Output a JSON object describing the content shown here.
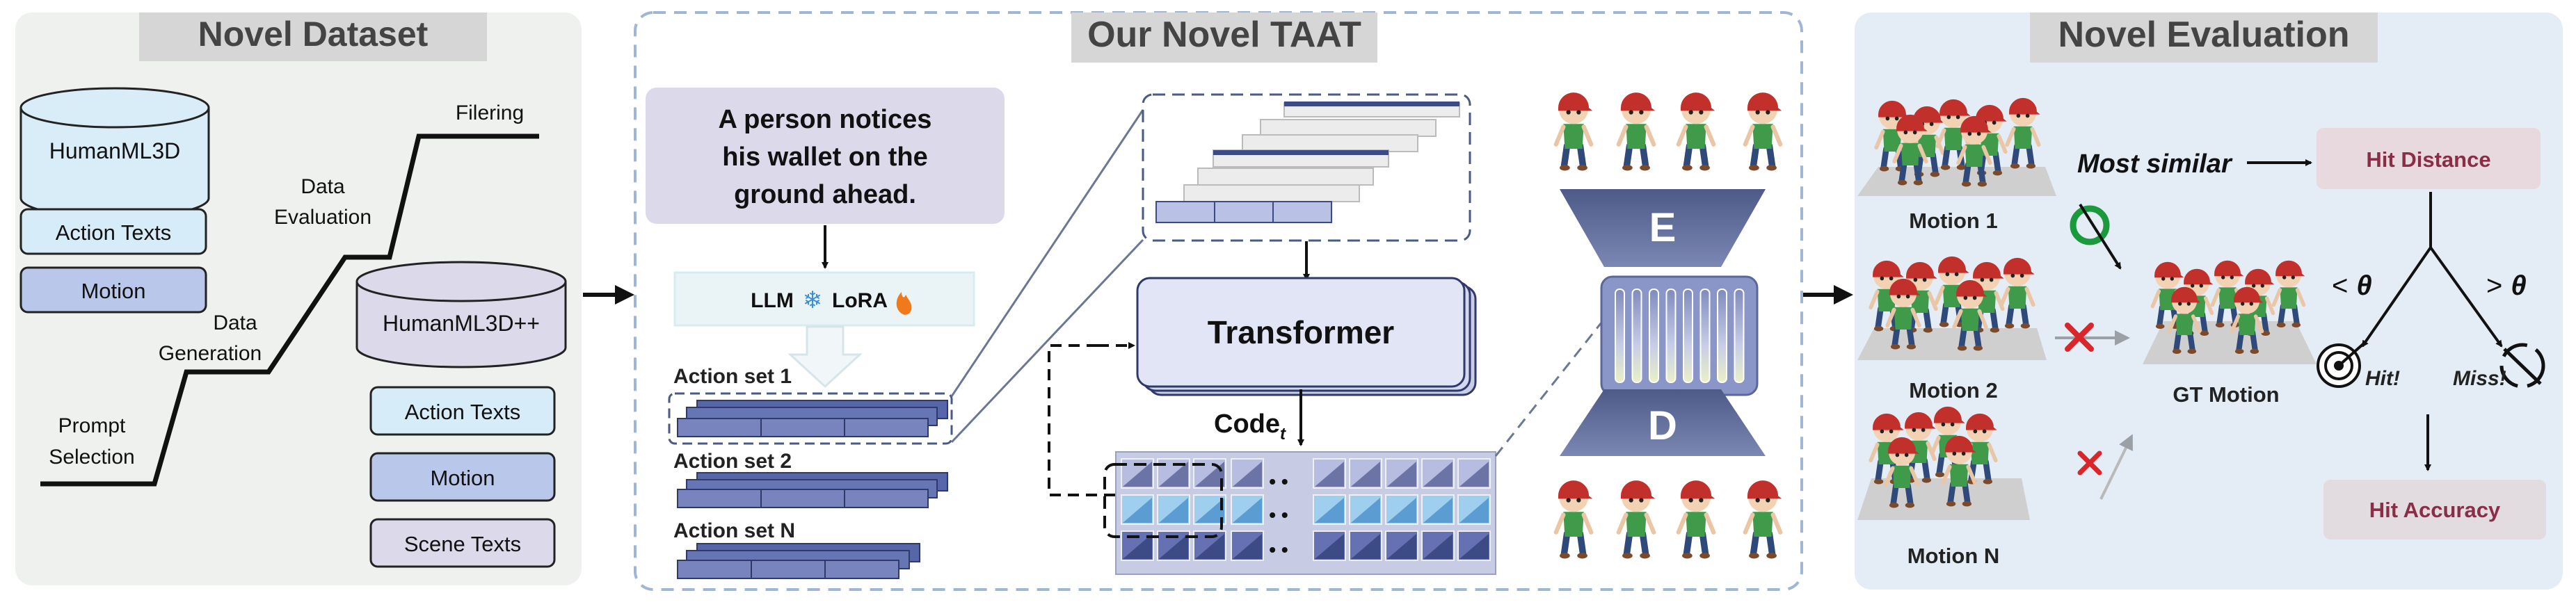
{
  "left": {
    "title": "Novel Dataset",
    "db1": "HumanML3D",
    "db1_items": [
      "Action Texts",
      "Motion"
    ],
    "steps": [
      "Prompt",
      "Selection",
      "Data",
      "Generation",
      "Data",
      "Evaluation",
      "Filering"
    ],
    "db2": "HumanML3D++",
    "db2_items": [
      "Action Texts",
      "Motion",
      "Scene Texts"
    ]
  },
  "middle": {
    "title": "Our Novel TAAT",
    "prompt_lines": [
      "A person notices",
      "his wallet on the",
      "ground ahead."
    ],
    "llm": "LLM",
    "lora": "LoRA",
    "sets": [
      "Action  set 1",
      "Action  set 2",
      "Action  set N"
    ],
    "transformer": "Transformer",
    "code": "Code",
    "code_sub": "t",
    "encoder": "E",
    "decoder": "D",
    "dots": "• •"
  },
  "right": {
    "title": "Novel  Evaluation",
    "most_similar": "Most similar",
    "motions": [
      "Motion 1",
      "Motion 2",
      "Motion N"
    ],
    "gt": "GT Motion",
    "hit_distance": "Hit Distance",
    "lt": "<",
    "gt_sym": ">",
    "theta": "θ",
    "hit": "Hit!",
    "miss": "Miss!",
    "hit_accuracy": "Hit Accuracy"
  },
  "colors": {
    "panel_left": "#eef1ee",
    "panel_right": "#e4ecf6",
    "header_bg": "#d6d6d6",
    "box_cyan": "#d6ecf8",
    "box_blue": "#b9c7ea",
    "box_lav": "#dcd9ea",
    "token_blue": "#6573b0",
    "accent_red": "#d9262a",
    "accent_green": "#1a9a3d",
    "hit_box": "#e8d9de",
    "hit_text": "#8a2e48"
  }
}
